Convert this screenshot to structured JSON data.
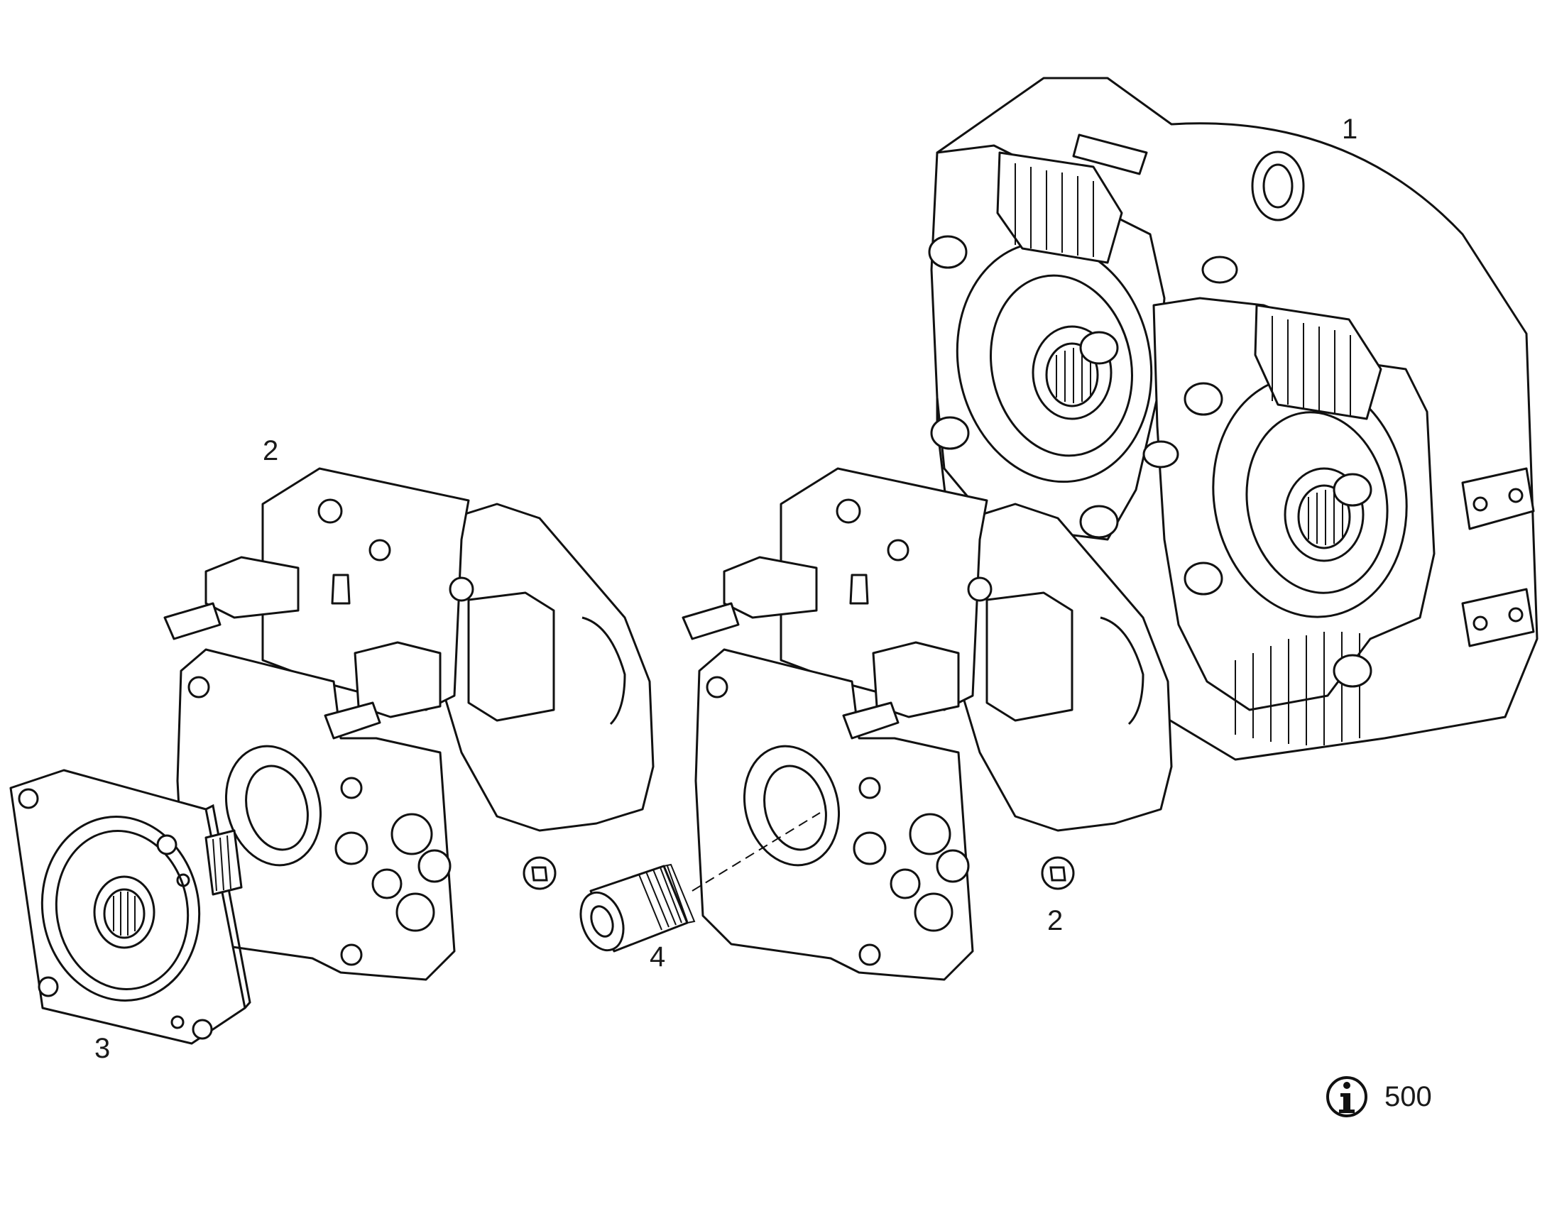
{
  "callouts": {
    "gearbox": "1",
    "pump_left": "2",
    "pump_right": "2",
    "flange": "3",
    "coupling": "4"
  },
  "info": {
    "icon": "info-circle-icon",
    "number": "500"
  }
}
